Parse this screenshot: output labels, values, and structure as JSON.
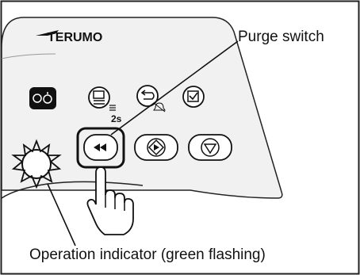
{
  "brand": {
    "logo_text": "TERUMO"
  },
  "callouts": {
    "purge_switch": "Purge switch",
    "operation_indicator": "Operation indicator (green flashing)"
  },
  "buttons": {
    "menu_hold_label": "2s"
  },
  "colors": {
    "panel_fill": "#f1f1f1",
    "outline": "#111111",
    "button_fill": "#ffffff"
  },
  "icons": [
    "terumo-logo",
    "power-indicator-icon",
    "menu-hold-icon",
    "return-alarm-silence-icon",
    "checkbox-confirm-icon",
    "purge-rewind-icon",
    "start-icon",
    "stop-icon",
    "pointing-hand-icon",
    "sun-burst-indicator-icon"
  ]
}
